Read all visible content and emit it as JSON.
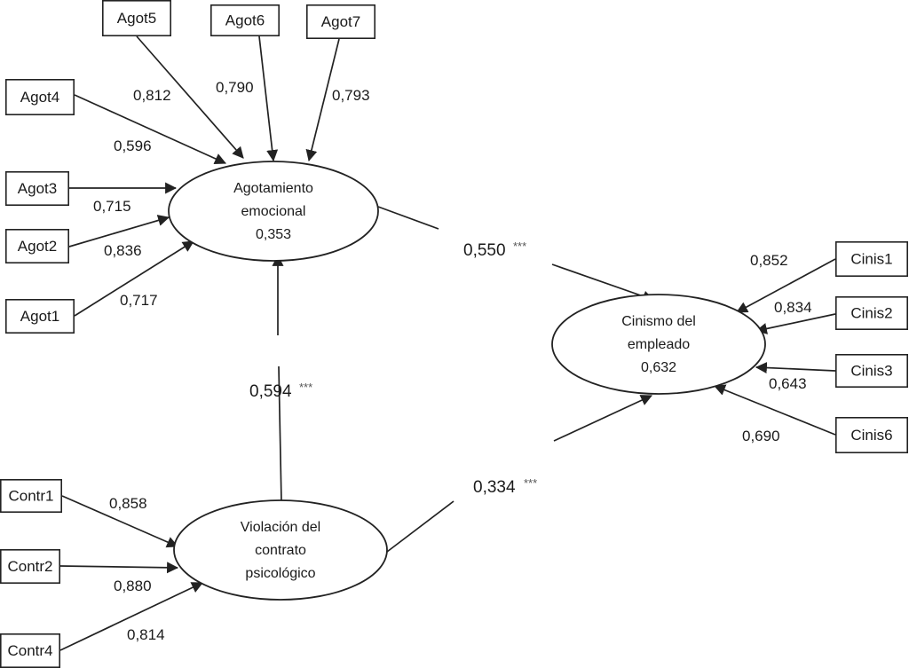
{
  "latents": {
    "agot": {
      "lines": [
        "Agotamiento",
        "emocional",
        "0,353"
      ]
    },
    "cinis": {
      "lines": [
        "Cinismo del",
        "empleado",
        "0,632"
      ]
    },
    "contr": {
      "lines": [
        "Violación del",
        "contrato",
        "psicológico"
      ]
    }
  },
  "indicators": [
    {
      "id": "Agot5",
      "label": "Agot5",
      "target": "agot",
      "loading": "0,812"
    },
    {
      "id": "Agot6",
      "label": "Agot6",
      "target": "agot",
      "loading": "0,790"
    },
    {
      "id": "Agot7",
      "label": "Agot7",
      "target": "agot",
      "loading": "0,793"
    },
    {
      "id": "Agot4",
      "label": "Agot4",
      "target": "agot",
      "loading": "0,596"
    },
    {
      "id": "Agot3",
      "label": "Agot3",
      "target": "agot",
      "loading": "0,715"
    },
    {
      "id": "Agot2",
      "label": "Agot2",
      "target": "agot",
      "loading": "0,836"
    },
    {
      "id": "Agot1",
      "label": "Agot1",
      "target": "agot",
      "loading": "0,717"
    },
    {
      "id": "Cinis1",
      "label": "Cinis1",
      "target": "cinis",
      "loading": "0,852"
    },
    {
      "id": "Cinis2",
      "label": "Cinis2",
      "target": "cinis",
      "loading": "0,834"
    },
    {
      "id": "Cinis3",
      "label": "Cinis3",
      "target": "cinis",
      "loading": "0,643"
    },
    {
      "id": "Cinis6",
      "label": "Cinis6",
      "target": "cinis",
      "loading": "0,690"
    },
    {
      "id": "Contr1",
      "label": "Contr1",
      "target": "contr",
      "loading": "0,858"
    },
    {
      "id": "Contr2",
      "label": "Contr2",
      "target": "contr",
      "loading": "0,880"
    },
    {
      "id": "Contr4",
      "label": "Contr4",
      "target": "contr",
      "loading": "0,814"
    }
  ],
  "paths": [
    {
      "from": "agot",
      "to": "cinis",
      "coef": "0,550",
      "sig": "***"
    },
    {
      "from": "contr",
      "to": "agot",
      "coef": "0,594",
      "sig": "***"
    },
    {
      "from": "contr",
      "to": "cinis",
      "coef": "0,334",
      "sig": "***"
    }
  ]
}
